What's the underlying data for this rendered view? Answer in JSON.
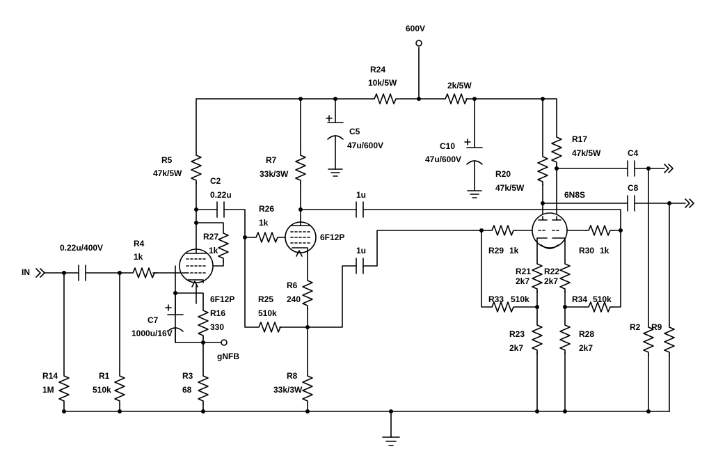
{
  "supply": {
    "voltage": "600V",
    "signal_gnd_feedback": "gNFB"
  },
  "input": {
    "label": "IN"
  },
  "tubes": {
    "v1": "6F12P",
    "v2": "6F12P",
    "v3": "6N8S"
  },
  "components": {
    "c_in": {
      "value": "0.22u/400V"
    },
    "r14": {
      "ref": "R14",
      "value": "1M"
    },
    "r1": {
      "ref": "R1",
      "value": "510k"
    },
    "r4": {
      "ref": "R4",
      "value": "1k"
    },
    "r5": {
      "ref": "R5",
      "value": "47k/5W"
    },
    "c2": {
      "ref": "C2",
      "value": "0.22u"
    },
    "r27": {
      "ref": "R27",
      "value": "1k"
    },
    "c7": {
      "ref": "C7",
      "value": "1000u/16V"
    },
    "r16": {
      "ref": "R16",
      "value": "330"
    },
    "r3": {
      "ref": "R3",
      "value": "68"
    },
    "r26": {
      "ref": "R26",
      "value": "1k"
    },
    "r7": {
      "ref": "R7",
      "value": "33k/3W"
    },
    "r6": {
      "ref": "R6",
      "value": "240"
    },
    "r25": {
      "ref": "R25",
      "value": "510k"
    },
    "r8": {
      "ref": "R8",
      "value": "33k/3W"
    },
    "c5": {
      "ref": "C5",
      "value": "47u/600V"
    },
    "r24": {
      "ref": "R24",
      "value": "10k/5W"
    },
    "r_2k": {
      "value": "2k/5W"
    },
    "c10": {
      "ref": "C10",
      "value": "47u/600V"
    },
    "c_1u_top": {
      "value": "1u"
    },
    "c_1u_bot": {
      "value": "1u"
    },
    "r17": {
      "ref": "R17",
      "value": "47k/5W"
    },
    "r20": {
      "ref": "R20",
      "value": "47k/5W"
    },
    "c4": {
      "ref": "C4"
    },
    "c8": {
      "ref": "C8"
    },
    "r29": {
      "ref": "R29",
      "value": "1k"
    },
    "r30": {
      "ref": "R30",
      "value": "1k"
    },
    "r21": {
      "ref": "R21",
      "value": "2k7"
    },
    "r22": {
      "ref": "R22",
      "value": "2k7"
    },
    "r33": {
      "ref": "R33",
      "value": "510k"
    },
    "r34": {
      "ref": "R34",
      "value": "510k"
    },
    "r23": {
      "ref": "R23",
      "value": "2k7"
    },
    "r28": {
      "ref": "R28",
      "value": "2k7"
    },
    "r2": {
      "ref": "R2"
    },
    "r9": {
      "ref": "R9"
    }
  }
}
